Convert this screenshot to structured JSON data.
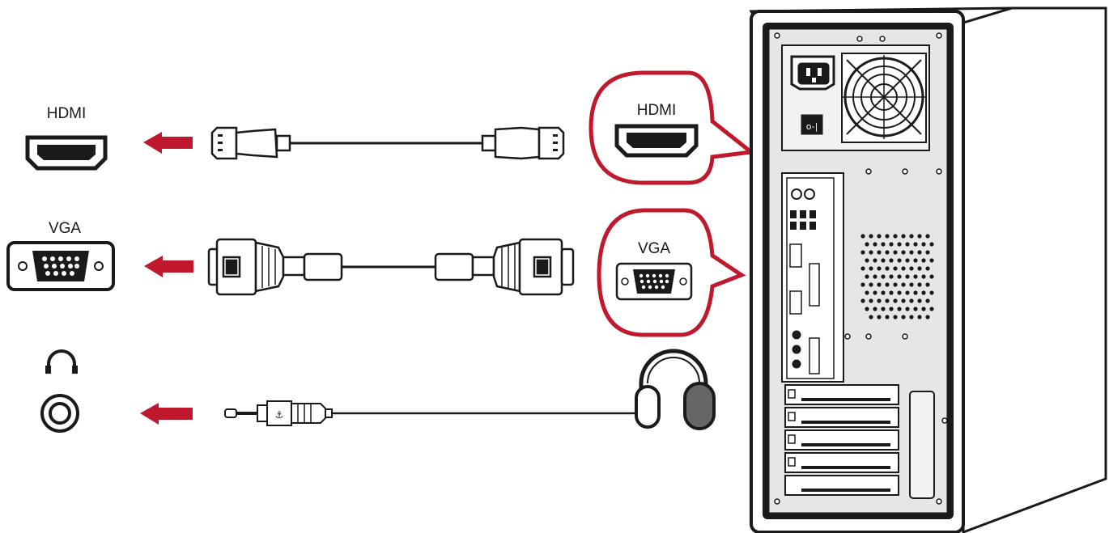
{
  "ports": {
    "hdmi_label": "HDMI",
    "vga_label": "VGA",
    "headphone_icon": "headphone-icon",
    "audio_jack_icon": "audio-jack-icon"
  },
  "callouts": {
    "hdmi_label": "HDMI",
    "vga_label": "VGA"
  },
  "icons": {
    "arrow": "left-arrow-icon",
    "hdmi_cable": "hdmi-cable-icon",
    "vga_cable": "vga-cable-icon",
    "audio_cable": "audio-cable-icon",
    "headphones": "headphones-icon",
    "computer": "computer-tower-icon"
  },
  "colors": {
    "accent": "#c0182d",
    "line": "#1a1a1a",
    "panel": "#e6e6e6"
  }
}
